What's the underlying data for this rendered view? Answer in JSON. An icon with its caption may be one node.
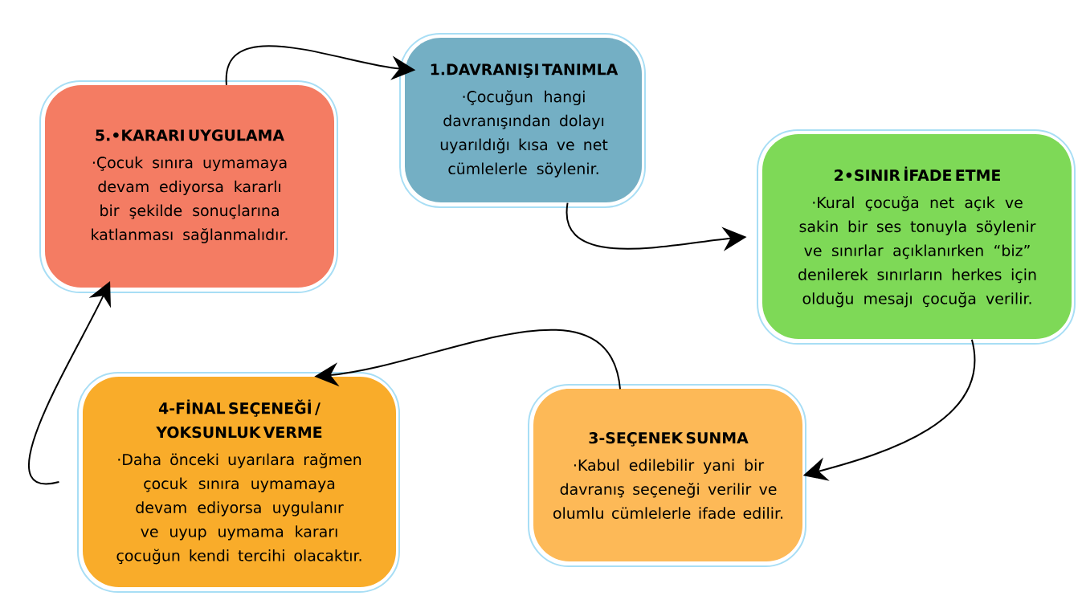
{
  "diagram": {
    "nodes": [
      {
        "text": [
          "1.DAVRANIŞI TANIMLA",
          "·Çocuğun hangi davranışından dolayı uyarıldığı kısa ve net cümlelerle söylenir."
        ]
      },
      {
        "text": [
          "2•SINIR İFADE ETME",
          "·Kural çocuğa net açık ve sakin bir ses tonuyla söylenir ve sınırlar açıklanırken “biz” denilerek sınırların herkes için olduğu mesajı çocuğa verilir."
        ]
      },
      {
        "text": [
          "3-SEÇENEK SUNMA",
          "·Kabul edilebilir yani bir davranış seçeneği verilir ve olumlu cümlelerle ifade edilir."
        ]
      },
      {
        "text": [
          "4-FİNAL SEÇENEĞİ / YOKSUNLUK VERME",
          "·Daha önceki uyarılara rağmen çocuk sınıra uymamaya devam ediyorsa uygulanır ve uyup uymama kararı çocuğun kendi tercihi olacaktır."
        ]
      },
      {
        "text": [
          "5.•KARARI UYGULAMA",
          "·Çocuk sınıra uymamaya devam ediyorsa kararlı bir şekilde sonuçlarına katlanması sağlanmalıdır."
        ]
      }
    ],
    "edges": [
      {
        "from": 4,
        "to": 0,
        "arrow": "to"
      },
      {
        "from": 0,
        "to": 1,
        "arrow": "to"
      },
      {
        "from": 1,
        "to": 2,
        "arrow": "to"
      },
      {
        "from": 2,
        "to": 3,
        "arrow": "to"
      },
      {
        "from": 3,
        "to": 4,
        "arrow": "to"
      }
    ]
  }
}
